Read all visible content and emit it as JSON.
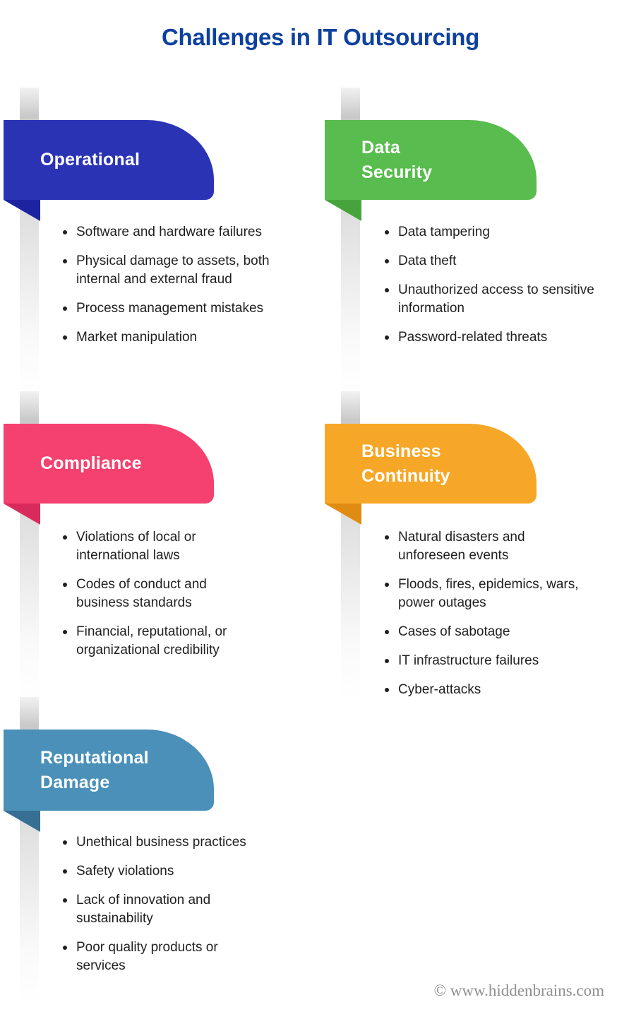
{
  "page": {
    "title": "Challenges in IT Outsourcing",
    "title_color": "#0c419e",
    "body_text_color": "#1f1f1f",
    "watermark": "© www.hiddenbrains.com",
    "watermark_color": "#8f8f8f"
  },
  "sections": [
    {
      "id": "operational",
      "title": "Operational",
      "color": "#2b33b5",
      "fold_color": "#1c23a0",
      "items": [
        "Software and hardware failures",
        "Physical damage to assets, both\ninternal and external fraud",
        "Process management mistakes",
        "Market manipulation"
      ]
    },
    {
      "id": "data-security",
      "title": "Data\nSecurity",
      "color": "#58bc4e",
      "fold_color": "#45a53c",
      "items": [
        "Data tampering",
        "Data theft",
        "Unauthorized access to sensitive\ninformation",
        "Password-related threats"
      ]
    },
    {
      "id": "compliance",
      "title": "Compliance",
      "color": "#f4416f",
      "fold_color": "#d92a5c",
      "items": [
        "Violations of local or\ninternational laws",
        "Codes of conduct and\nbusiness standards",
        "Financial, reputational, or\norganizational credibility"
      ]
    },
    {
      "id": "business-continuity",
      "title": "Business\nContinuity",
      "color": "#f7a727",
      "fold_color": "#e08c12",
      "items": [
        "Natural disasters and\nunforeseen events",
        "Floods, fires, epidemics, wars,\npower outages",
        "Cases of sabotage",
        "IT infrastructure failures",
        "Cyber-attacks"
      ]
    },
    {
      "id": "reputational-damage",
      "title": "Reputational\nDamage",
      "color": "#4a90b8",
      "fold_color": "#366f93",
      "items": [
        "Unethical business practices",
        "Safety violations",
        "Lack of innovation and\nsustainability",
        "Poor quality products or\nservices"
      ]
    }
  ]
}
